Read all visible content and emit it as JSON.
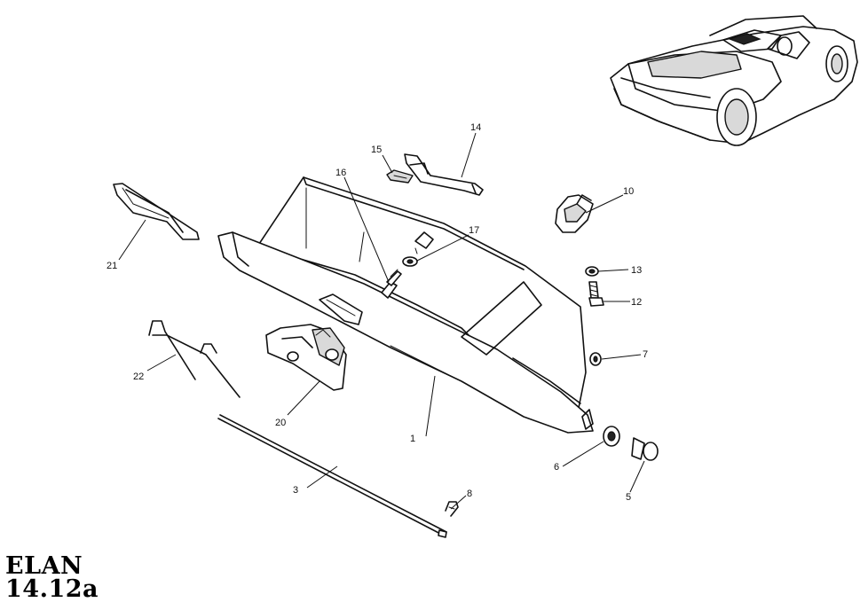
{
  "title": {
    "line1": "ELAN",
    "line2": "14.12a"
  },
  "callouts": [
    "1",
    "3",
    "5",
    "6",
    "7",
    "8",
    "10",
    "12",
    "13",
    "14",
    "15",
    "16",
    "17",
    "20",
    "21",
    "22"
  ]
}
